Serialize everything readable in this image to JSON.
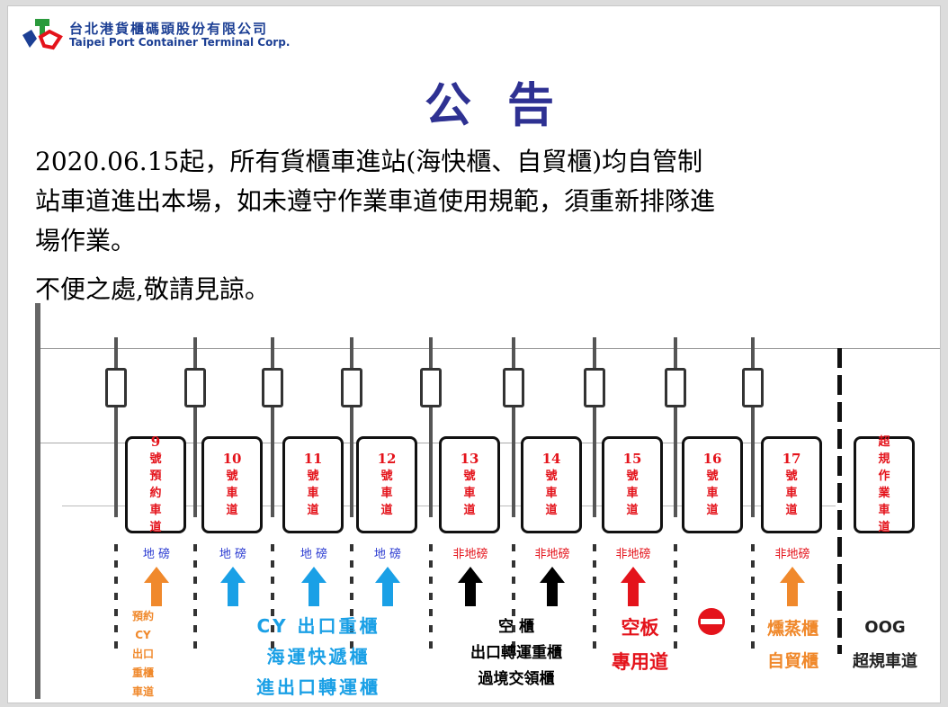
{
  "header": {
    "company_zh": "台北港貨櫃碼頭股份有限公司",
    "company_en": "Taipei Port Container Terminal Corp."
  },
  "title": "公告",
  "body": {
    "line1": "2020.06.15起，所有貨櫃車進站(海快櫃、自貿櫃)均自管制",
    "line2": "站車道進出本場，如未遵守作業車道使用規範，須重新排隊進",
    "line3": "場作業。",
    "line4": "不便之處,敬請見諒。"
  },
  "colors": {
    "blue": "#2e3192",
    "red": "#e4131b",
    "orange": "#f0892c",
    "lightblue": "#1aa0e6",
    "black": "#000000"
  },
  "lanes": [
    {
      "num": "9",
      "text": "號預約車道",
      "scale": "地 磅",
      "scale_color": "#2b3bd1",
      "arrow_color": "#f0892c"
    },
    {
      "num": "10",
      "text": "號車道",
      "scale": "地 磅",
      "scale_color": "#2b3bd1",
      "arrow_color": "#1aa0e6"
    },
    {
      "num": "11",
      "text": "號車道",
      "scale": "地 磅",
      "scale_color": "#2b3bd1",
      "arrow_color": "#1aa0e6"
    },
    {
      "num": "12",
      "text": "號車道",
      "scale": "地 磅",
      "scale_color": "#2b3bd1",
      "arrow_color": "#1aa0e6"
    },
    {
      "num": "13",
      "text": "號車道",
      "scale": "非地磅",
      "scale_color": "#e4131b",
      "arrow_color": "#000000"
    },
    {
      "num": "14",
      "text": "號車道",
      "scale": "非地磅",
      "scale_color": "#e4131b",
      "arrow_color": "#000000"
    },
    {
      "num": "15",
      "text": "號車道",
      "scale": "非地磅",
      "scale_color": "#e4131b",
      "arrow_color": "#e4131b"
    },
    {
      "num": "16",
      "text": "號車道",
      "scale": "",
      "scale_color": "#e4131b",
      "arrow_color": ""
    },
    {
      "num": "17",
      "text": "號車道",
      "scale": "非地磅",
      "scale_color": "#e4131b",
      "arrow_color": "#f0892c"
    },
    {
      "num": "",
      "text": "超規作業車道",
      "scale": "",
      "scale_color": "#e4131b",
      "arrow_color": ""
    }
  ],
  "groups": {
    "g1": [
      "預約",
      "CY",
      "出口",
      "重櫃",
      "車道"
    ],
    "g2": [
      "CY 出口重櫃",
      "海運快遞櫃",
      "進出口轉運櫃"
    ],
    "g3": [
      "空 櫃",
      "出口轉運重櫃",
      "過境交領櫃"
    ],
    "g4": [
      "空板",
      "專用道"
    ],
    "g6": [
      "燻蒸櫃",
      "自貿櫃"
    ],
    "g7": [
      "OOG",
      "超規車道"
    ]
  }
}
